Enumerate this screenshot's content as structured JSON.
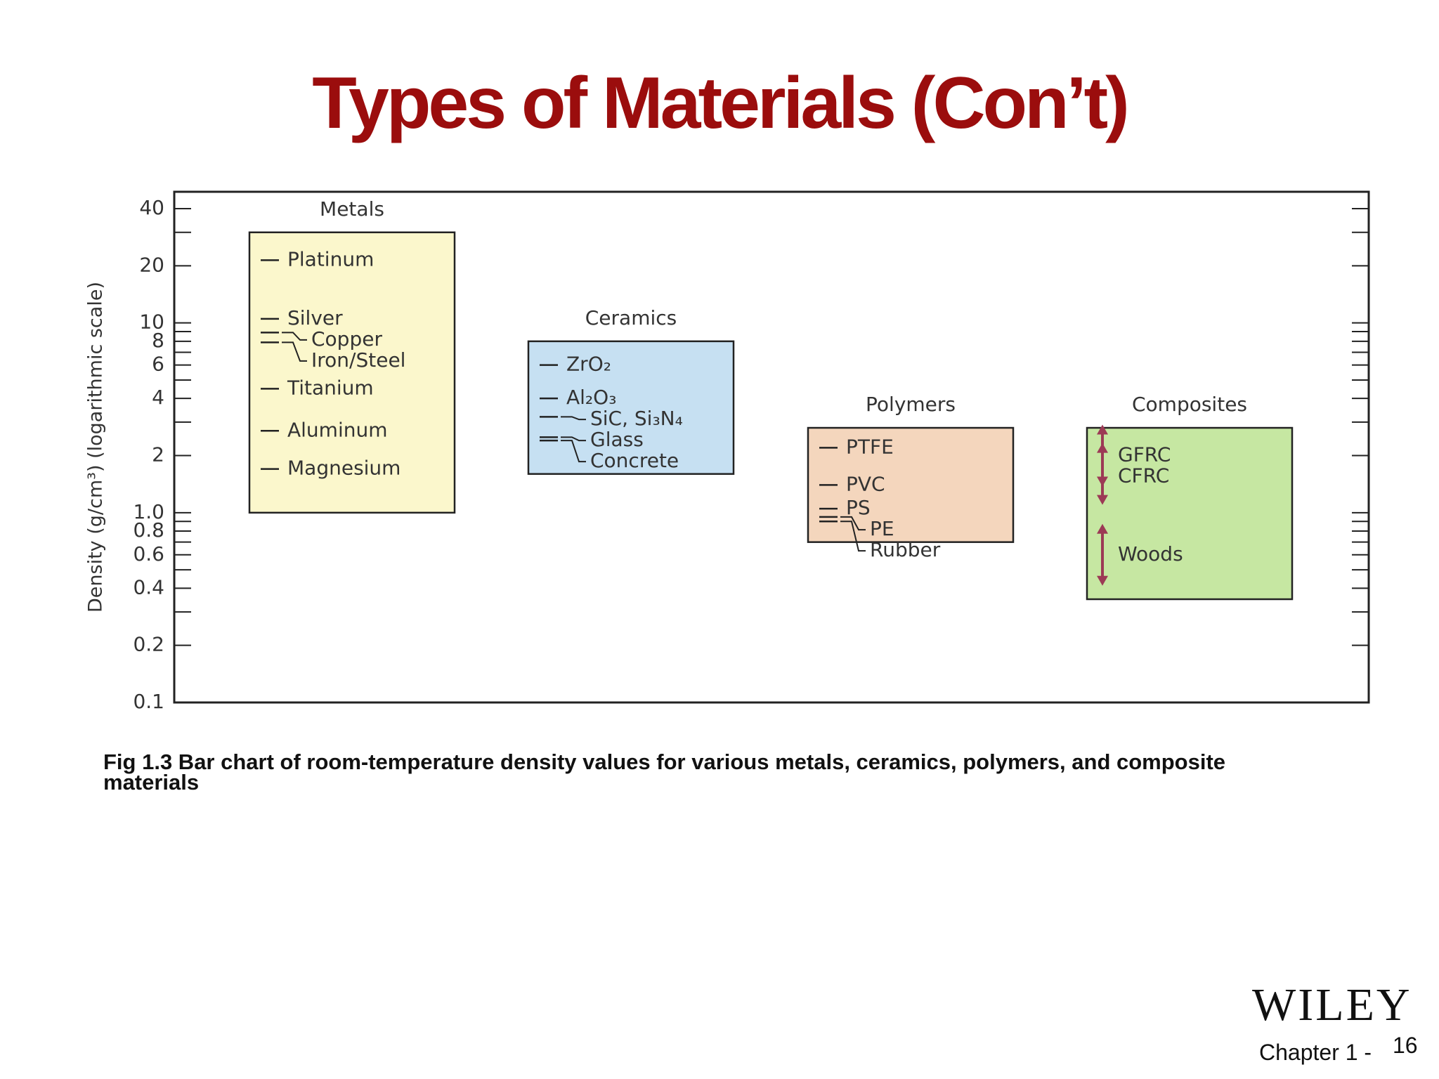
{
  "title": "Types of Materials (Con’t)",
  "caption": "Fig 1.3 Bar chart of room-temperature density values for various metals, ceramics, polymers, and composite materials",
  "brand": "WILEY",
  "footer": {
    "chapter": "Chapter 1 -",
    "page": "16"
  },
  "colors": {
    "title": "#9b0d0d",
    "metals": "#fbf7cc",
    "ceramics": "#c6e0f2",
    "polymers": "#f4d6bd",
    "composites": "#c6e7a2",
    "arrow": "#9c3a55"
  },
  "chart_data": {
    "type": "bar",
    "ylabel": "Density (g/cm³) (logarithmic scale)",
    "yscale": "log",
    "ylim": [
      0.1,
      40
    ],
    "yticks": [
      {
        "value": 40,
        "label": "40"
      },
      {
        "value": 20,
        "label": "20"
      },
      {
        "value": 10,
        "label": "10"
      },
      {
        "value": 8,
        "label": "8"
      },
      {
        "value": 6,
        "label": "6"
      },
      {
        "value": 4,
        "label": "4"
      },
      {
        "value": 2,
        "label": "2"
      },
      {
        "value": 1.0,
        "label": "1.0"
      },
      {
        "value": 0.8,
        "label": "0.8"
      },
      {
        "value": 0.6,
        "label": "0.6"
      },
      {
        "value": 0.4,
        "label": "0.4"
      },
      {
        "value": 0.2,
        "label": "0.2"
      },
      {
        "value": 0.1,
        "label": "0.1"
      }
    ],
    "minor_ticks": [
      30,
      9,
      7,
      5,
      3,
      0.9,
      0.7,
      0.5,
      0.3
    ],
    "groups": [
      {
        "name": "Metals",
        "color_key": "metals",
        "range": [
          1.0,
          30
        ],
        "materials": [
          {
            "label": "Platinum",
            "value": 21.4
          },
          {
            "label": "Silver",
            "value": 10.5
          },
          {
            "label": "Copper",
            "value": 8.9
          },
          {
            "label": "Iron/Steel",
            "value": 7.9
          },
          {
            "label": "Titanium",
            "value": 4.5
          },
          {
            "label": "Aluminum",
            "value": 2.7
          },
          {
            "label": "Magnesium",
            "value": 1.7
          }
        ]
      },
      {
        "name": "Ceramics",
        "color_key": "ceramics",
        "range": [
          1.6,
          8
        ],
        "materials": [
          {
            "label": "ZrO₂",
            "value": 6.0
          },
          {
            "label": "Al₂O₃",
            "value": 4.0
          },
          {
            "label": "SiC, Si₃N₄",
            "value": 3.2
          },
          {
            "label": "Glass",
            "value": 2.5
          },
          {
            "label": "Concrete",
            "value": 2.4
          }
        ]
      },
      {
        "name": "Polymers",
        "color_key": "polymers",
        "range": [
          0.7,
          2.8
        ],
        "materials": [
          {
            "label": "PTFE",
            "value": 2.2
          },
          {
            "label": "PVC",
            "value": 1.4
          },
          {
            "label": "PS",
            "value": 1.05
          },
          {
            "label": "PE",
            "value": 0.95
          },
          {
            "label": "Rubber",
            "value": 0.9
          }
        ]
      },
      {
        "name": "Composites",
        "color_key": "composites",
        "range": [
          0.35,
          2.8
        ],
        "materials": [
          {
            "label": "GFRC",
            "value": 2.0
          },
          {
            "label": "CFRC",
            "value": 1.6
          },
          {
            "label": "Woods",
            "value": 0.6
          }
        ]
      }
    ],
    "grid": false,
    "legend": "none"
  }
}
